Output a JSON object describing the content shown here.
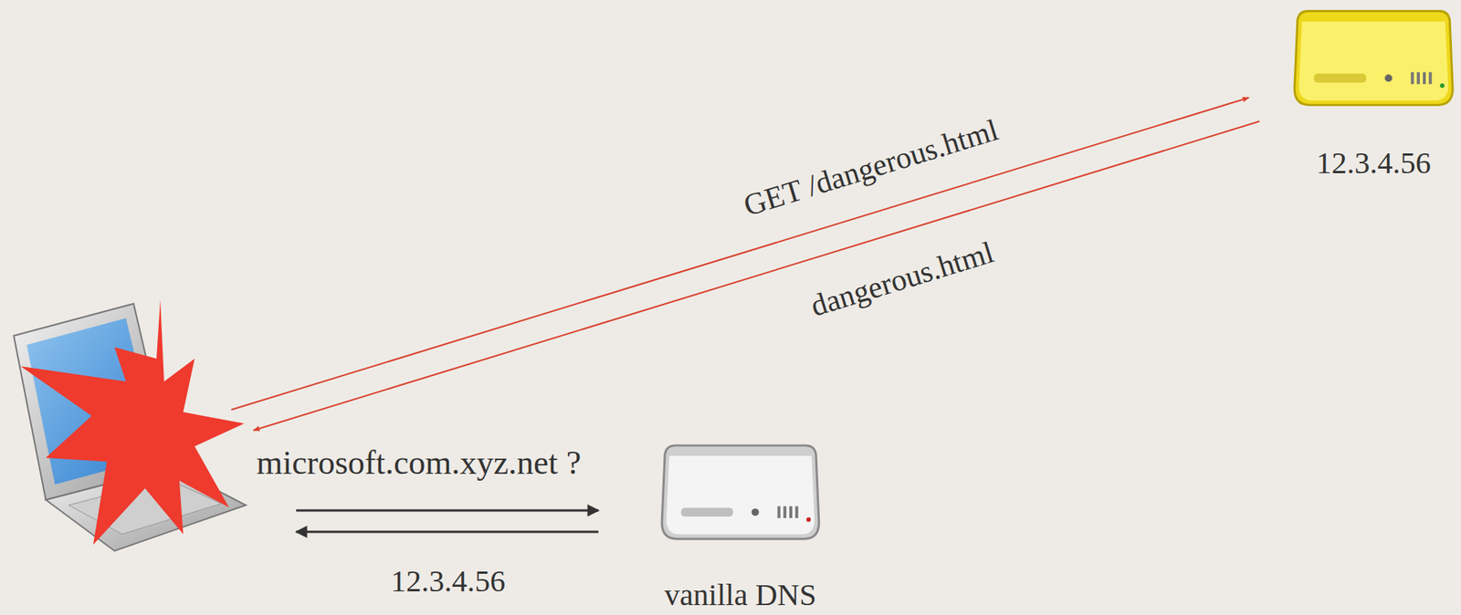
{
  "diagram": {
    "nodes": [
      {
        "text": [
          "12.3.4.56"
        ]
      },
      {
        "text": [
          "vanilla DNS"
        ]
      }
    ],
    "labels": [
      "GET /dangerous.html",
      "dangerous.html",
      "microsoft.com.xyz.net ?",
      "12.3.4.56"
    ]
  }
}
